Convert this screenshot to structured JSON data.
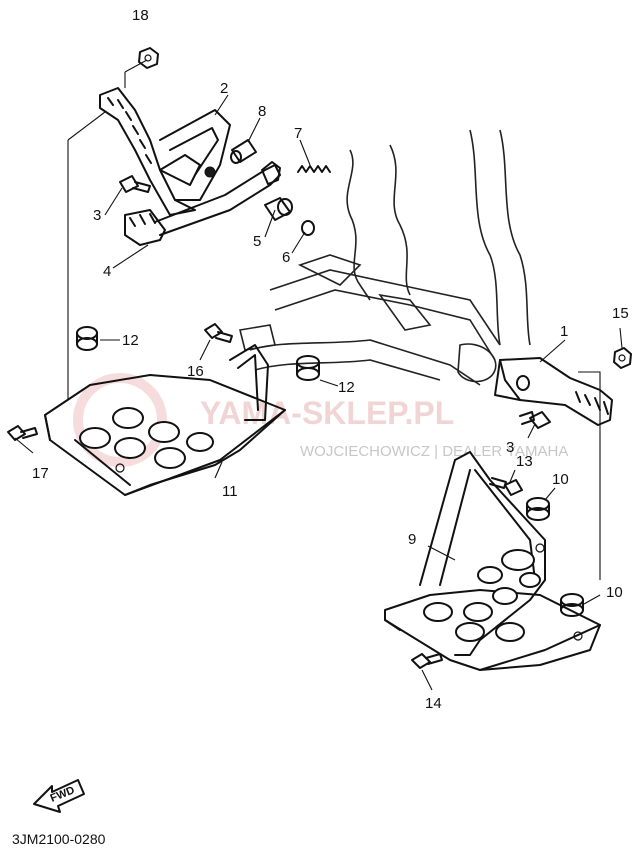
{
  "callouts": {
    "c1": "1",
    "c2": "2",
    "c3a": "3",
    "c3b": "3",
    "c4": "4",
    "c5": "5",
    "c6": "6",
    "c7": "7",
    "c8": "8",
    "c9": "9",
    "c10a": "10",
    "c10b": "10",
    "c11": "11",
    "c12a": "12",
    "c12b": "12",
    "c13": "13",
    "c14": "14",
    "c15": "15",
    "c16": "16",
    "c17": "17",
    "c18": "18"
  },
  "watermark": {
    "main": "YAMA-SKLEP.PL",
    "sub": "WOJCIECHOWICZ | DEALER YAMAHA"
  },
  "fwd_label": "FWD",
  "diagram_code": "3JM2100-0280",
  "colors": {
    "line": "#111111",
    "watermark": "#e6b3b3"
  }
}
